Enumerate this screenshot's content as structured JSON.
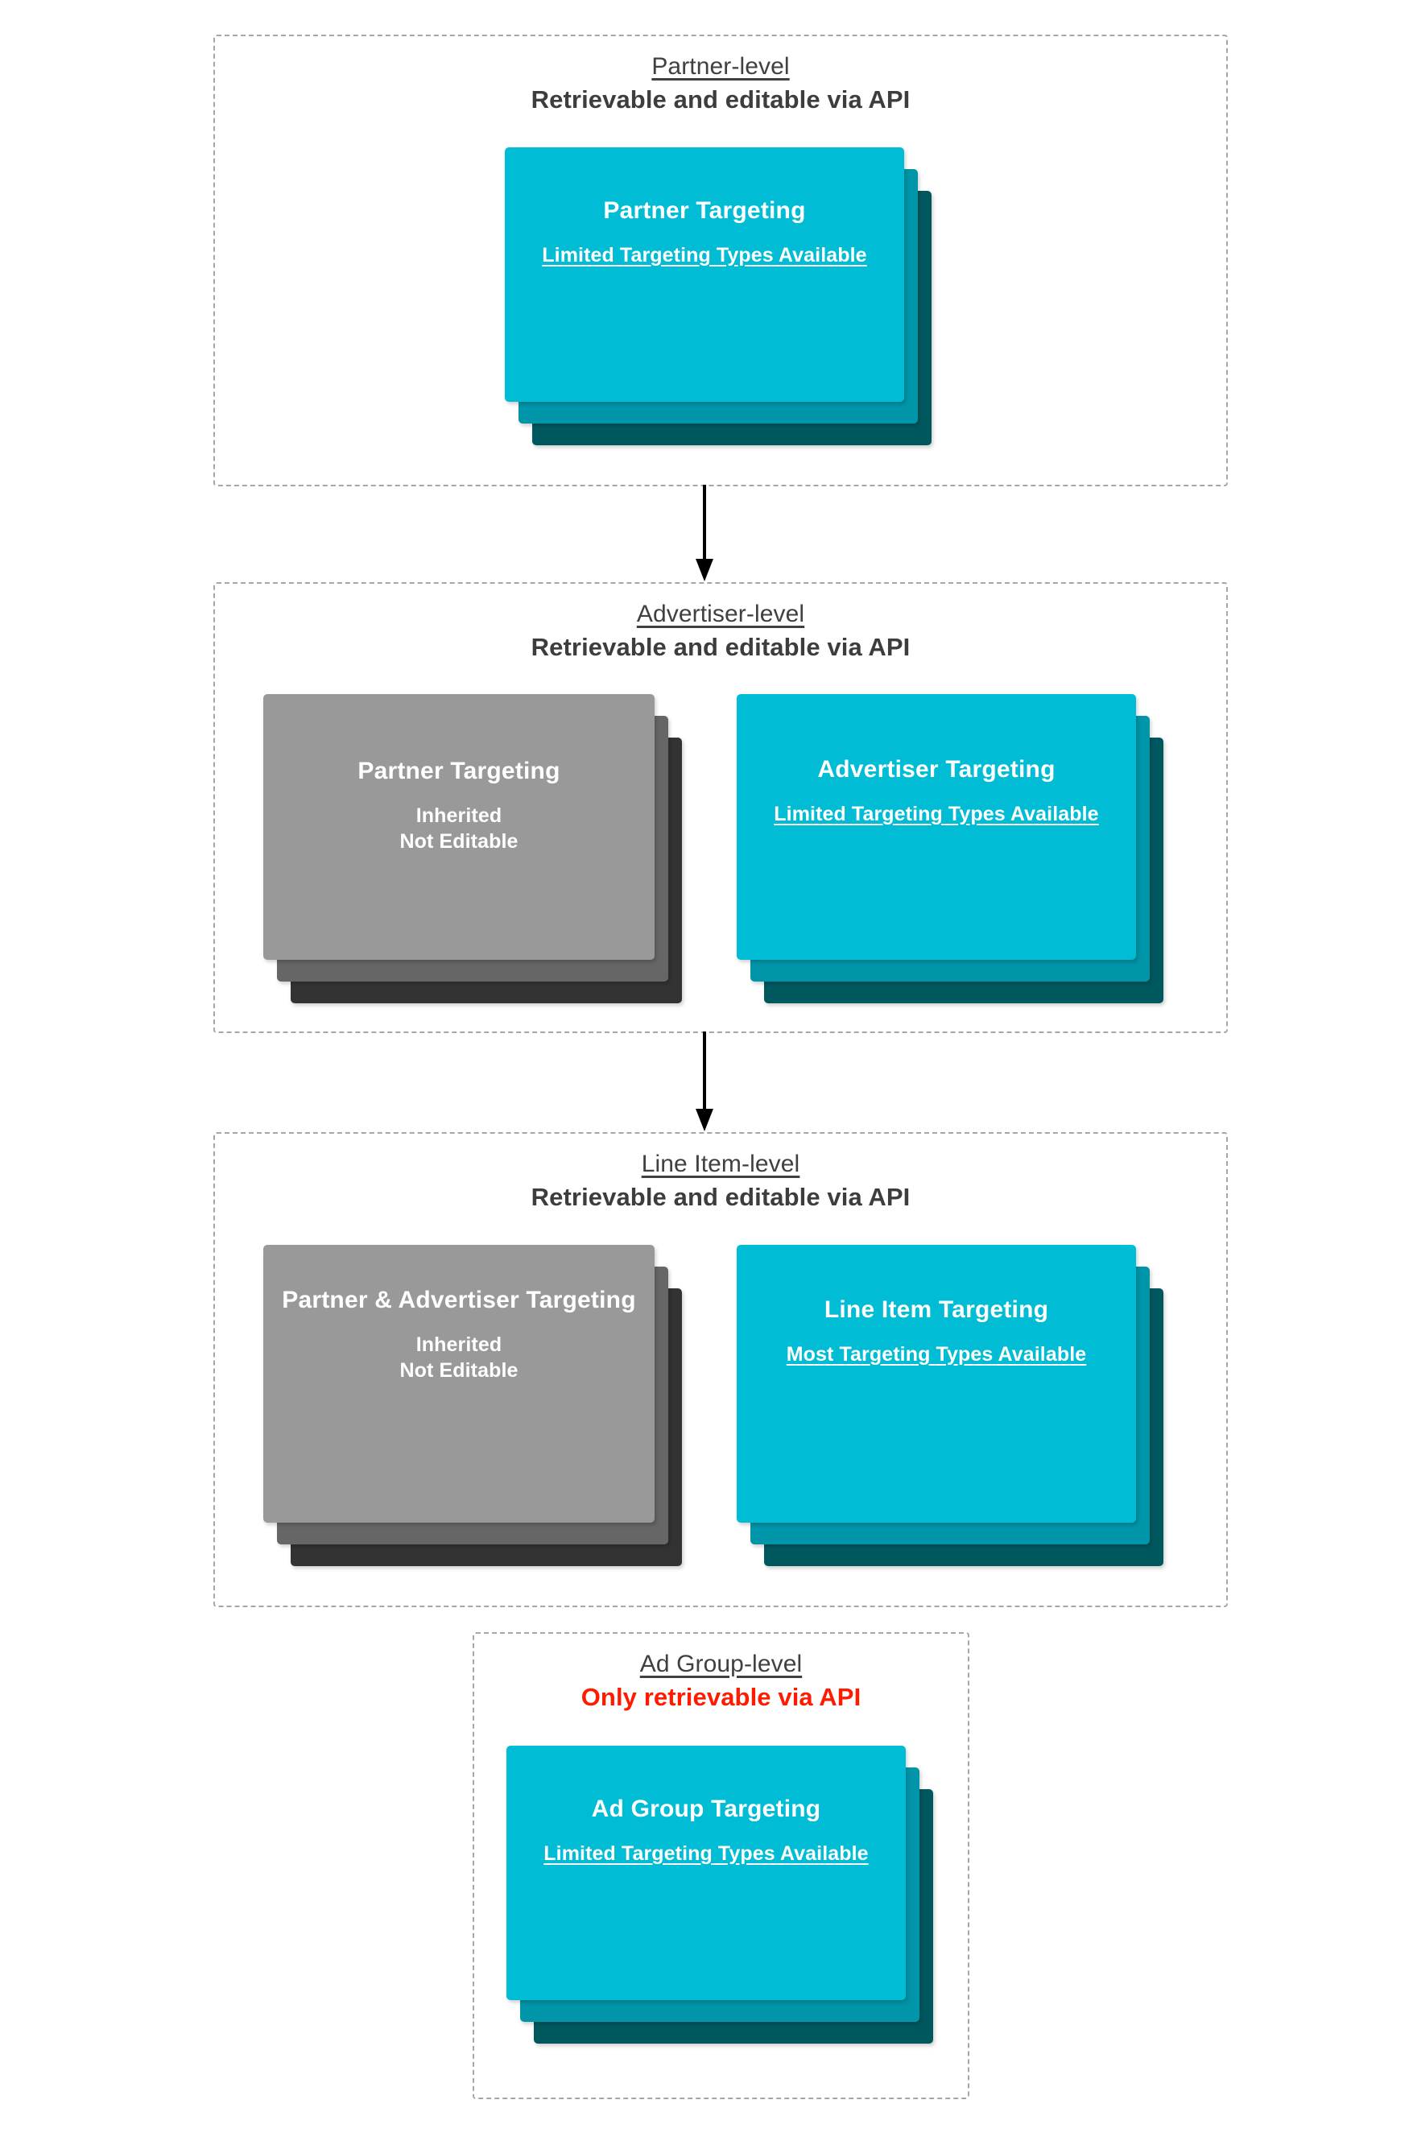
{
  "diagram": {
    "title_text_color": "#404040",
    "alert_color": "#ff1a00",
    "accent_front": "#00bcd4",
    "accent_mid": "#0095a8",
    "accent_back": "#00585f",
    "inherited_front": "#999999",
    "inherited_mid": "#666666",
    "inherited_back": "#333333",
    "border_color": "#a6a6a6"
  },
  "levels": [
    {
      "title": "Partner-level",
      "subtitle": "Retrievable and editable via API",
      "subtitle_alert": false,
      "cards": [
        {
          "title": "Partner Targeting",
          "note": "Limited Targeting Types Available",
          "note_underlined": true,
          "style": "accent"
        }
      ]
    },
    {
      "title": "Advertiser-level",
      "subtitle": "Retrievable and editable via API",
      "subtitle_alert": false,
      "cards": [
        {
          "title": "Partner Targeting",
          "note": "Inherited\nNot Editable",
          "note_underlined": false,
          "style": "inherited"
        },
        {
          "title": "Advertiser Targeting",
          "note": "Limited Targeting Types Available",
          "note_underlined": true,
          "style": "accent"
        }
      ]
    },
    {
      "title": "Line Item-level",
      "subtitle": "Retrievable and editable via API",
      "subtitle_alert": false,
      "cards": [
        {
          "title": "Partner & Advertiser Targeting",
          "note": "Inherited\nNot Editable",
          "note_underlined": false,
          "style": "inherited"
        },
        {
          "title": "Line Item Targeting",
          "note": "Most Targeting Types Available",
          "note_underlined": true,
          "style": "accent"
        }
      ]
    },
    {
      "title": "Ad Group-level",
      "subtitle": "Only retrievable via API",
      "subtitle_alert": true,
      "cards": [
        {
          "title": "Ad Group Targeting",
          "note": "Limited Targeting Types Available",
          "note_underlined": true,
          "style": "accent"
        }
      ]
    }
  ],
  "connectors": [
    {
      "name": "partner-to-advertiser"
    },
    {
      "name": "advertiser-to-line-item"
    }
  ]
}
